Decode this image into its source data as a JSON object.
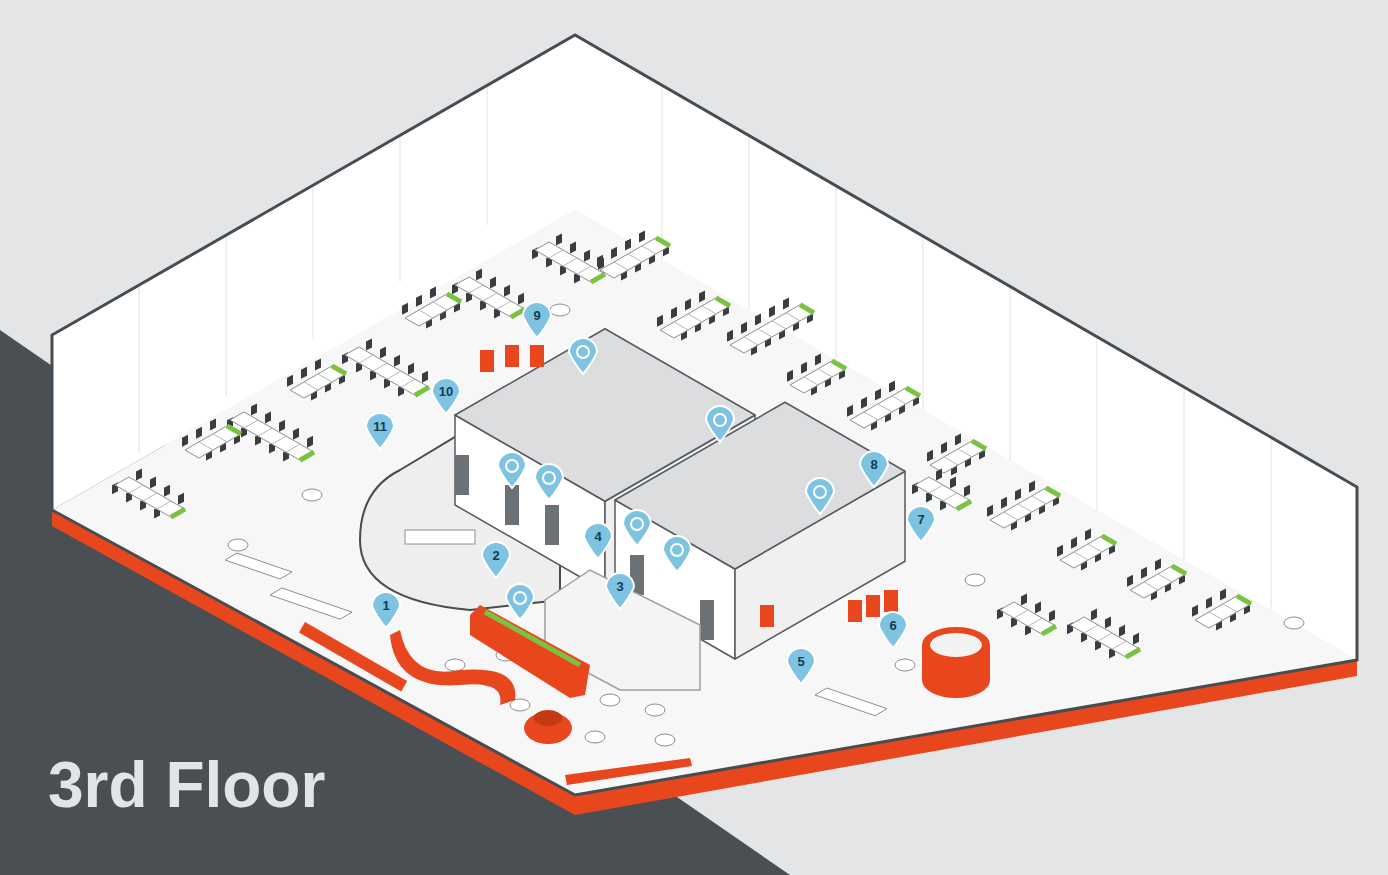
{
  "diagram": {
    "title": "3rd Floor",
    "labels": [
      "1",
      "2",
      "3",
      "4",
      "5",
      "6",
      "7",
      "8",
      "9",
      "10",
      "11"
    ]
  }
}
